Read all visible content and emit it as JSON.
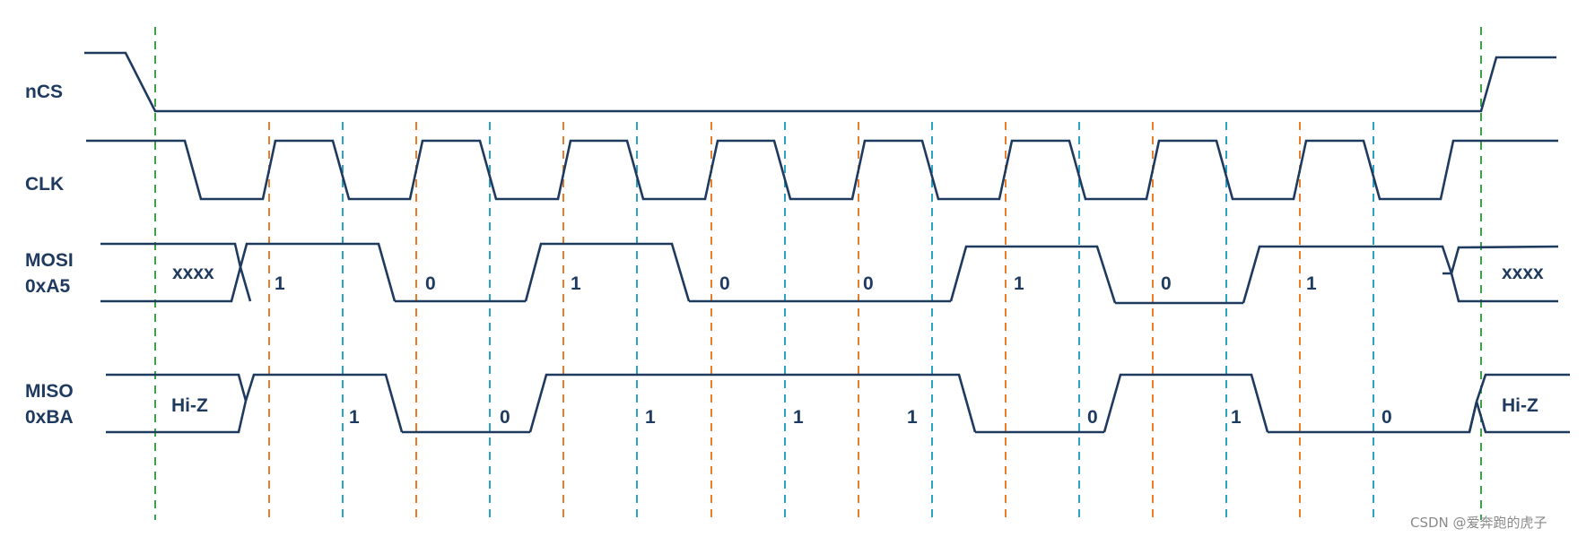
{
  "signals": {
    "ncs": {
      "name": "nCS"
    },
    "clk": {
      "name": "CLK"
    },
    "mosi": {
      "name": "MOSI",
      "value": "0xA5",
      "idle_left": "xxxx",
      "idle_right": "xxxx",
      "bits": [
        "1",
        "0",
        "1",
        "0",
        "0",
        "1",
        "0",
        "1"
      ]
    },
    "miso": {
      "name": "MISO",
      "value": "0xBA",
      "idle_left": "Hi-Z",
      "idle_right": "Hi-Z",
      "bits": [
        "1",
        "0",
        "1",
        "1",
        "1",
        "0",
        "1",
        "0"
      ]
    }
  },
  "colors": {
    "wave": "#1f3a5f",
    "cs_marker": "#3aa34a",
    "launch_edge": "#e87d2b",
    "sample_edge": "#2aa3c4"
  },
  "watermark": "CSDN @爱奔跑的虎子"
}
